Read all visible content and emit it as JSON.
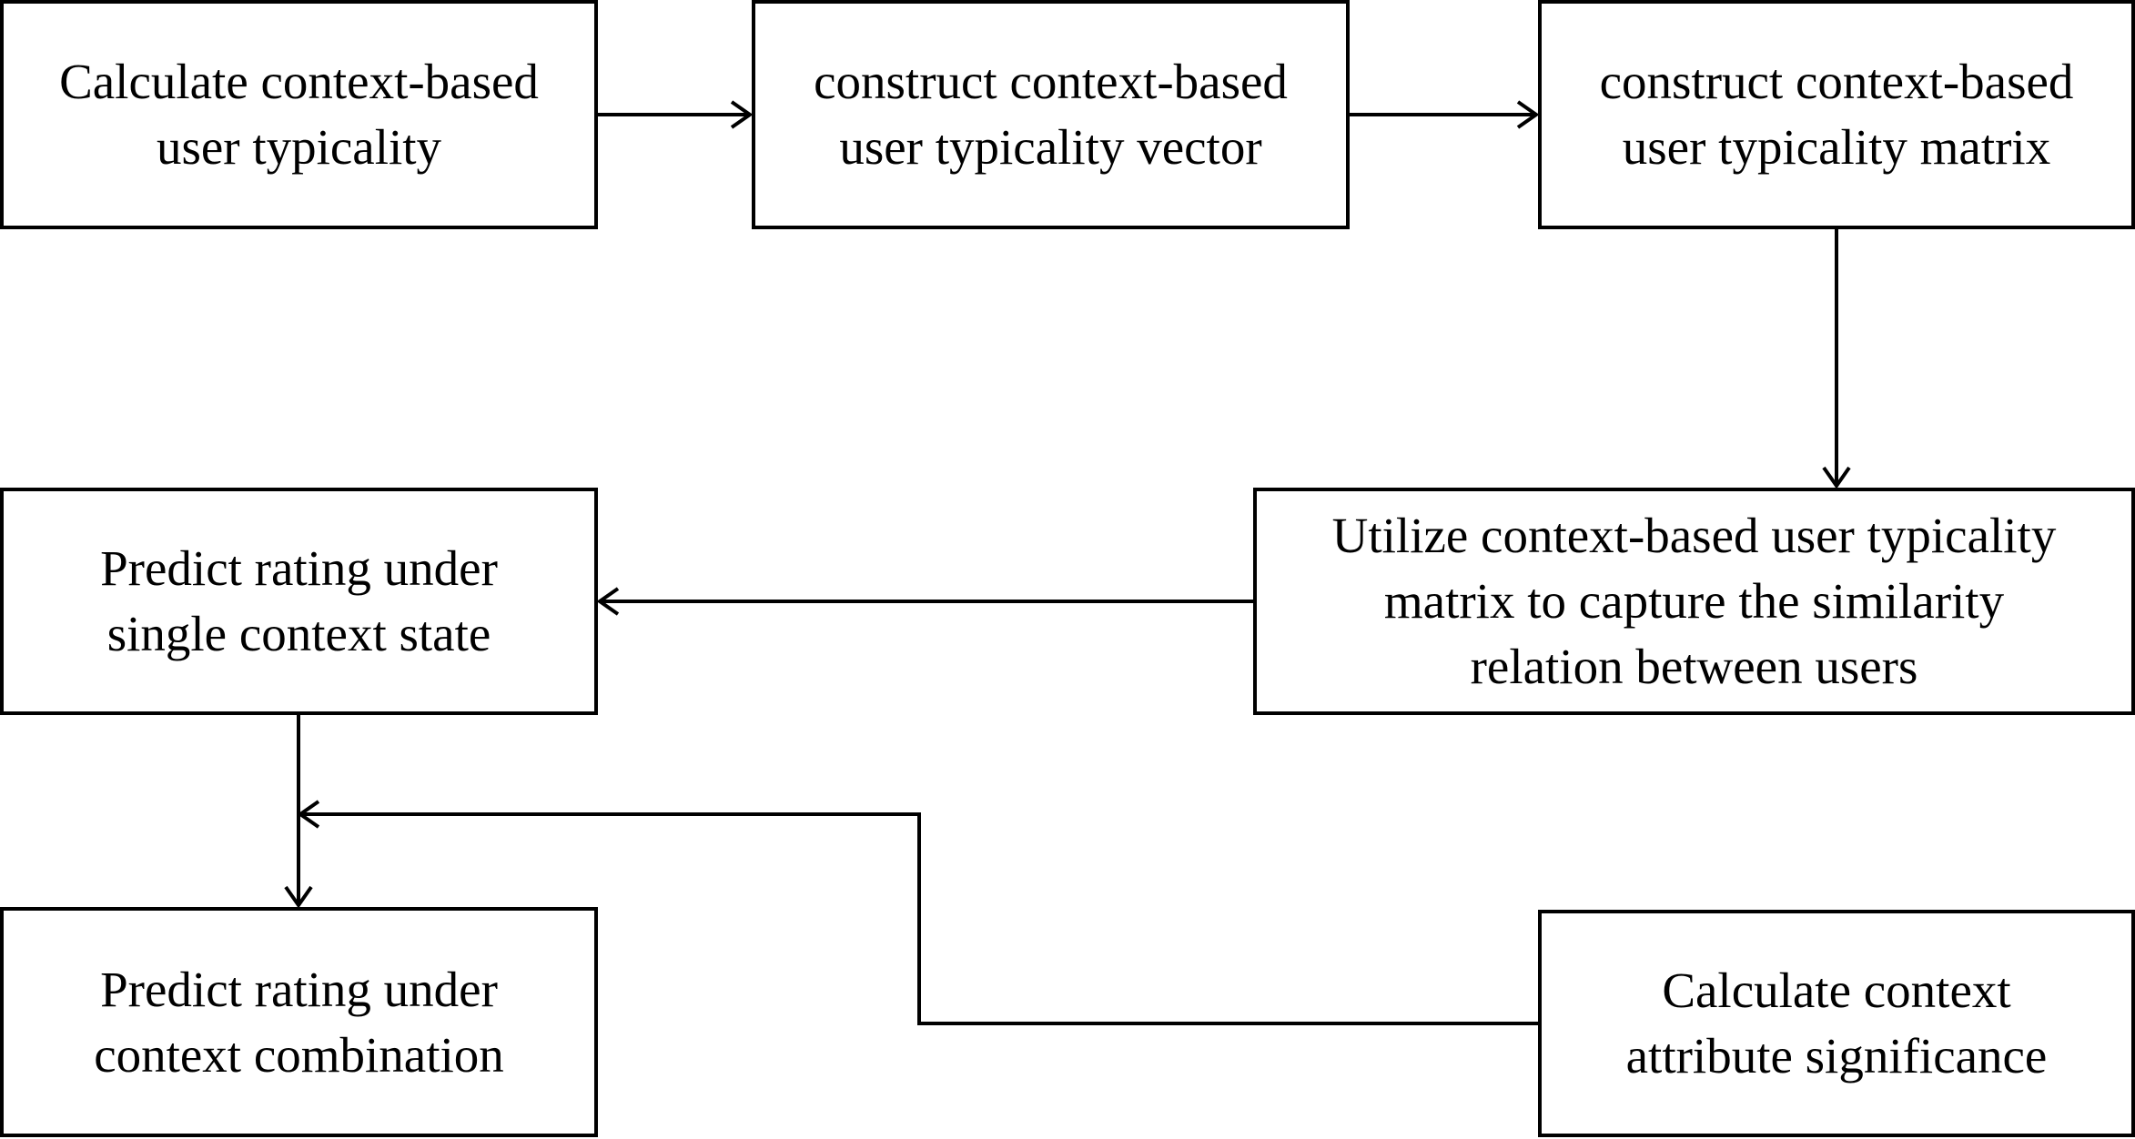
{
  "diagram": {
    "nodes": {
      "calc_typicality": {
        "line1": "Calculate context-based",
        "line2": "user typicality"
      },
      "construct_vector": {
        "line1": "construct context-based",
        "line2": "user typicality vector"
      },
      "construct_matrix": {
        "line1": "construct context-based",
        "line2": "user typicality matrix"
      },
      "utilize_matrix": {
        "line1": "Utilize context-based user typicality",
        "line2": "matrix to capture the similarity",
        "line3": "relation between users"
      },
      "predict_single": {
        "line1": "Predict rating under",
        "line2": "single context state"
      },
      "predict_combination": {
        "line1": "Predict rating under",
        "line2": "context combination"
      },
      "calc_significance": {
        "line1": "Calculate context",
        "line2": "attribute significance"
      }
    },
    "edges": [
      {
        "from": "calc_typicality",
        "to": "construct_vector"
      },
      {
        "from": "construct_vector",
        "to": "construct_matrix"
      },
      {
        "from": "construct_matrix",
        "to": "utilize_matrix"
      },
      {
        "from": "utilize_matrix",
        "to": "predict_single"
      },
      {
        "from": "predict_single",
        "to": "predict_combination"
      },
      {
        "from": "calc_significance",
        "to": "predict_combination"
      }
    ],
    "colors": {
      "stroke": "#000000",
      "background": "#ffffff"
    }
  }
}
